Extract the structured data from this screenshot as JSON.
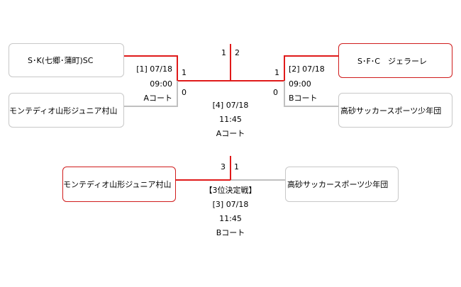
{
  "semifinals": {
    "left": {
      "match_no": "[1] 07/18",
      "time": "09:00",
      "court": "Aコート",
      "top_team": {
        "name": "S･K(七郷･蒲町)SC",
        "score": "1"
      },
      "bottom_team": {
        "name": "モンテディオ山形ジュニア村山",
        "score": "0"
      }
    },
    "right": {
      "match_no": "[2] 07/18",
      "time": "09:00",
      "court": "Bコート",
      "top_team": {
        "name": "S･F･C　ジェラーレ",
        "score": "1"
      },
      "bottom_team": {
        "name": "高砂サッカースポーツ少年団",
        "score": "0"
      }
    }
  },
  "final": {
    "score_left": "1",
    "score_right": "2",
    "match_no": "[4] 07/18",
    "time": "11:45",
    "court": "Aコート"
  },
  "third_place": {
    "title": "【3位決定戦】",
    "match_no": "[3] 07/18",
    "time": "11:45",
    "court": "Bコート",
    "left_team": {
      "name": "モンテディオ山形ジュニア村山",
      "score": "3"
    },
    "right_team": {
      "name": "高砂サッカースポーツ少年団",
      "score": "1"
    }
  },
  "colors": {
    "win_line": "#e01a1a",
    "lose_line": "#c0c0c0",
    "box_border": "#c8c8c8",
    "win_border": "#d01c1c"
  }
}
